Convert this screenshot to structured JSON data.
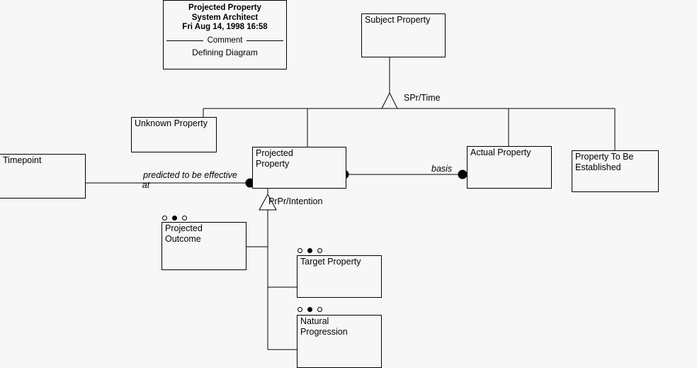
{
  "diagram": {
    "title_block": {
      "line1": "Projected Property",
      "line2": "System Architect",
      "line3": "Fri Aug 14, 1998  16:58",
      "section_label": "Comment",
      "comment": "Defining Diagram"
    },
    "background_color": "#f7f7f7",
    "line_color": "#000000",
    "boxes": [
      {
        "id": "subject-property",
        "label": "Subject Property"
      },
      {
        "id": "unknown-property",
        "label": "Unknown Property"
      },
      {
        "id": "projected-property",
        "label": "Projected\nProperty"
      },
      {
        "id": "actual-property",
        "label": "Actual Property"
      },
      {
        "id": "property-to-be-established",
        "label": "Property To Be\nEstablished"
      },
      {
        "id": "timepoint",
        "label": "Timepoint"
      },
      {
        "id": "projected-outcome",
        "label": "Projected\nOutcome"
      },
      {
        "id": "target-property",
        "label": "Target Property"
      },
      {
        "id": "natural-progression",
        "label": "Natural\nProgression"
      }
    ],
    "edge_labels": {
      "spr_time": "SPr/Time",
      "prpr_intention": "PrPr/Intention",
      "predicted_line1": "predicted to be effective",
      "predicted_line2": "at",
      "basis": "basis"
    },
    "subtype_markers": {
      "projected_outcome": [
        "hollow",
        "filled",
        "hollow"
      ],
      "target_property": [
        "hollow",
        "filled",
        "hollow"
      ],
      "natural_progression": [
        "hollow",
        "filled",
        "hollow"
      ]
    }
  }
}
